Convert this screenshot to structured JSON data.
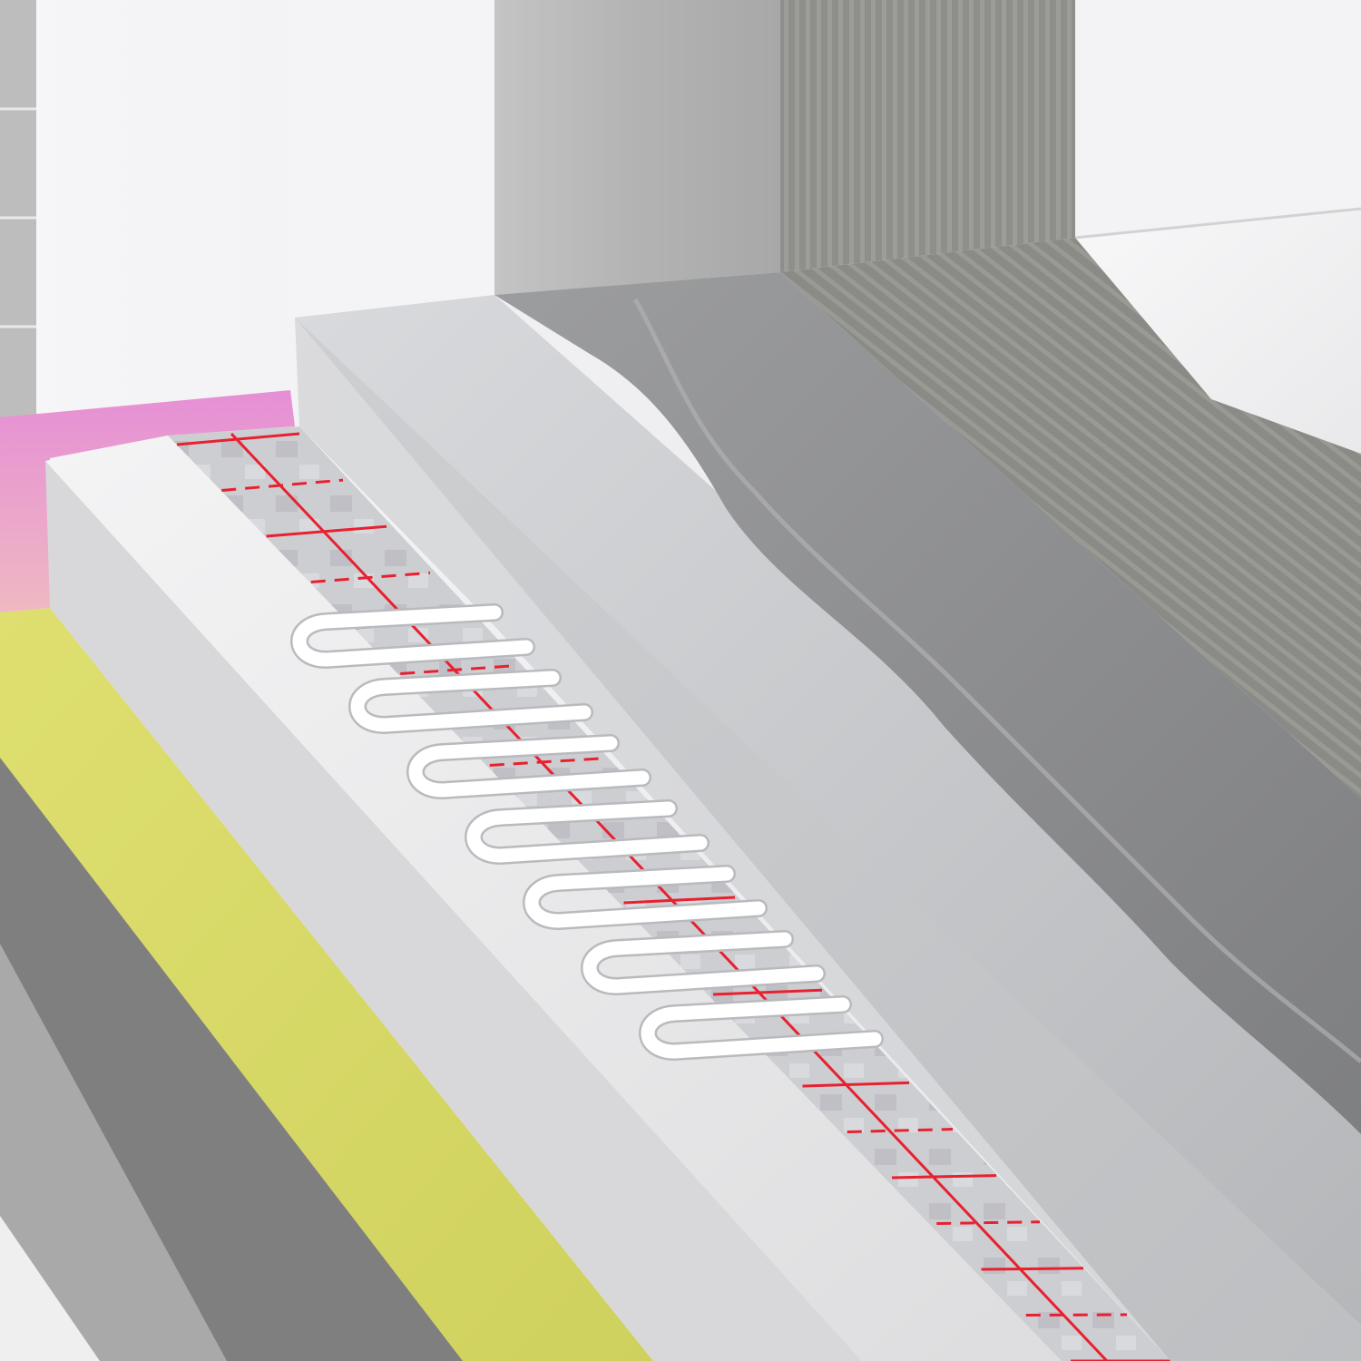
{
  "illustration": {
    "layers": [
      "base-concrete-slab",
      "yellow-membrane",
      "white-insulation-board",
      "foil-grid-sheet",
      "heating-pipe-loops",
      "screed-layer",
      "levelling-compound",
      "tile-adhesive",
      "floor-tile",
      "pink-edge-strip",
      "wall-plaster",
      "wall-adhesive"
    ],
    "pipe_loop_count": 7,
    "colors": {
      "concrete": "#8f8f8f",
      "membrane": "#d9dc6a",
      "insulation": "#e7e7e9",
      "foil": "#cfd0d4",
      "grid_line": "#e8202f",
      "pipe": "#ffffff",
      "screed": "#c9cbce",
      "levelling": "#8e8f91",
      "adhesive": "#8a8a86",
      "tile": "#f1f1f2",
      "edge_strip": "#e7a6d8",
      "wall": "#f2f2f4"
    }
  }
}
